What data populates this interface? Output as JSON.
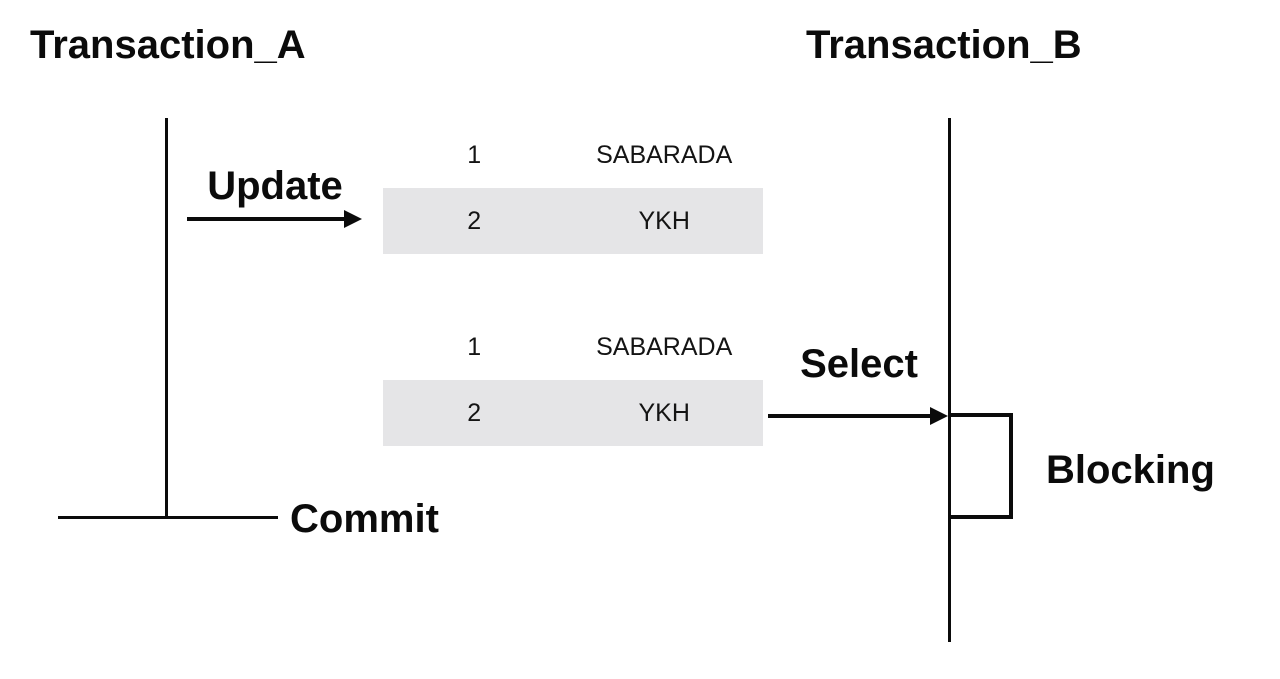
{
  "transaction_a": {
    "title": "Transaction_A",
    "update_label": "Update",
    "commit_label": "Commit"
  },
  "transaction_b": {
    "title": "Transaction_B",
    "select_label": "Select",
    "blocking_label": "Blocking"
  },
  "table_after_update": {
    "rows": [
      {
        "id": "1",
        "name": "SABARADA",
        "highlighted": false
      },
      {
        "id": "2",
        "name": "YKH",
        "highlighted": true
      }
    ]
  },
  "table_selected": {
    "rows": [
      {
        "id": "1",
        "name": "SABARADA",
        "highlighted": false
      },
      {
        "id": "2",
        "name": "YKH",
        "highlighted": true
      }
    ]
  },
  "colors": {
    "line": "#0b0b0b",
    "text": "#0b0b0b",
    "row_normal": "#ffffff",
    "row_highlight": "#e5e5e7",
    "background": "#ffffff"
  }
}
